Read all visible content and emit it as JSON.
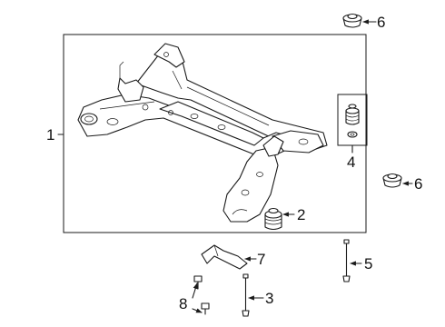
{
  "callouts": [
    {
      "id": "1",
      "label": "1"
    },
    {
      "id": "2",
      "label": "2"
    },
    {
      "id": "3",
      "label": "3"
    },
    {
      "id": "4",
      "label": "4"
    },
    {
      "id": "5",
      "label": "5"
    },
    {
      "id": "6a",
      "label": "6"
    },
    {
      "id": "6b",
      "label": "6"
    },
    {
      "id": "7",
      "label": "7"
    },
    {
      "id": "8",
      "label": "8"
    }
  ],
  "colors": {
    "line": "#1a1a1a",
    "background": "#ffffff"
  }
}
